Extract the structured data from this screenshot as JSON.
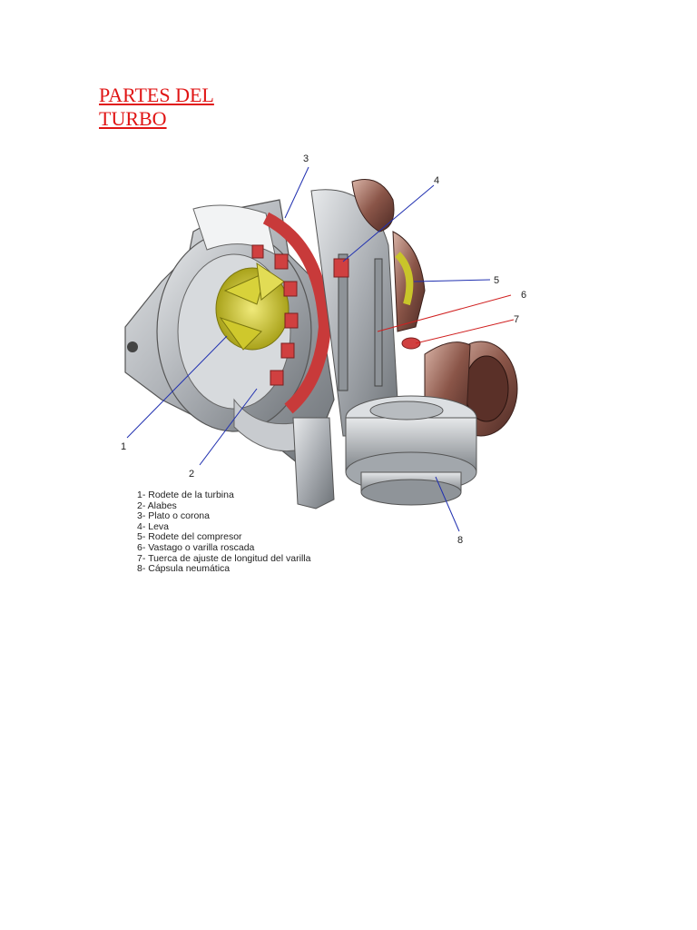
{
  "title": {
    "line1": "PARTES DEL",
    "line2": "TURBO"
  },
  "figure": {
    "callouts": [
      "1",
      "2",
      "3",
      "4",
      "5",
      "6",
      "7",
      "8"
    ],
    "legend": [
      "1- Rodete de la turbina",
      "2- Alabes",
      "3- Plato o corona",
      "4- Leva",
      "5- Rodete del compresor",
      "6- Vastago o varilla roscada",
      "7- Tuerca de ajuste de longitud del varilla",
      "8- Cápsula neumática"
    ],
    "colors": {
      "title": "#e01515",
      "housing": "#b8bcc0",
      "wheel": "#c9c52a",
      "vanes": "#c83a3a",
      "compressor": "#7a4a40",
      "leader_blue": "#2030b0",
      "leader_red": "#d02020"
    }
  }
}
